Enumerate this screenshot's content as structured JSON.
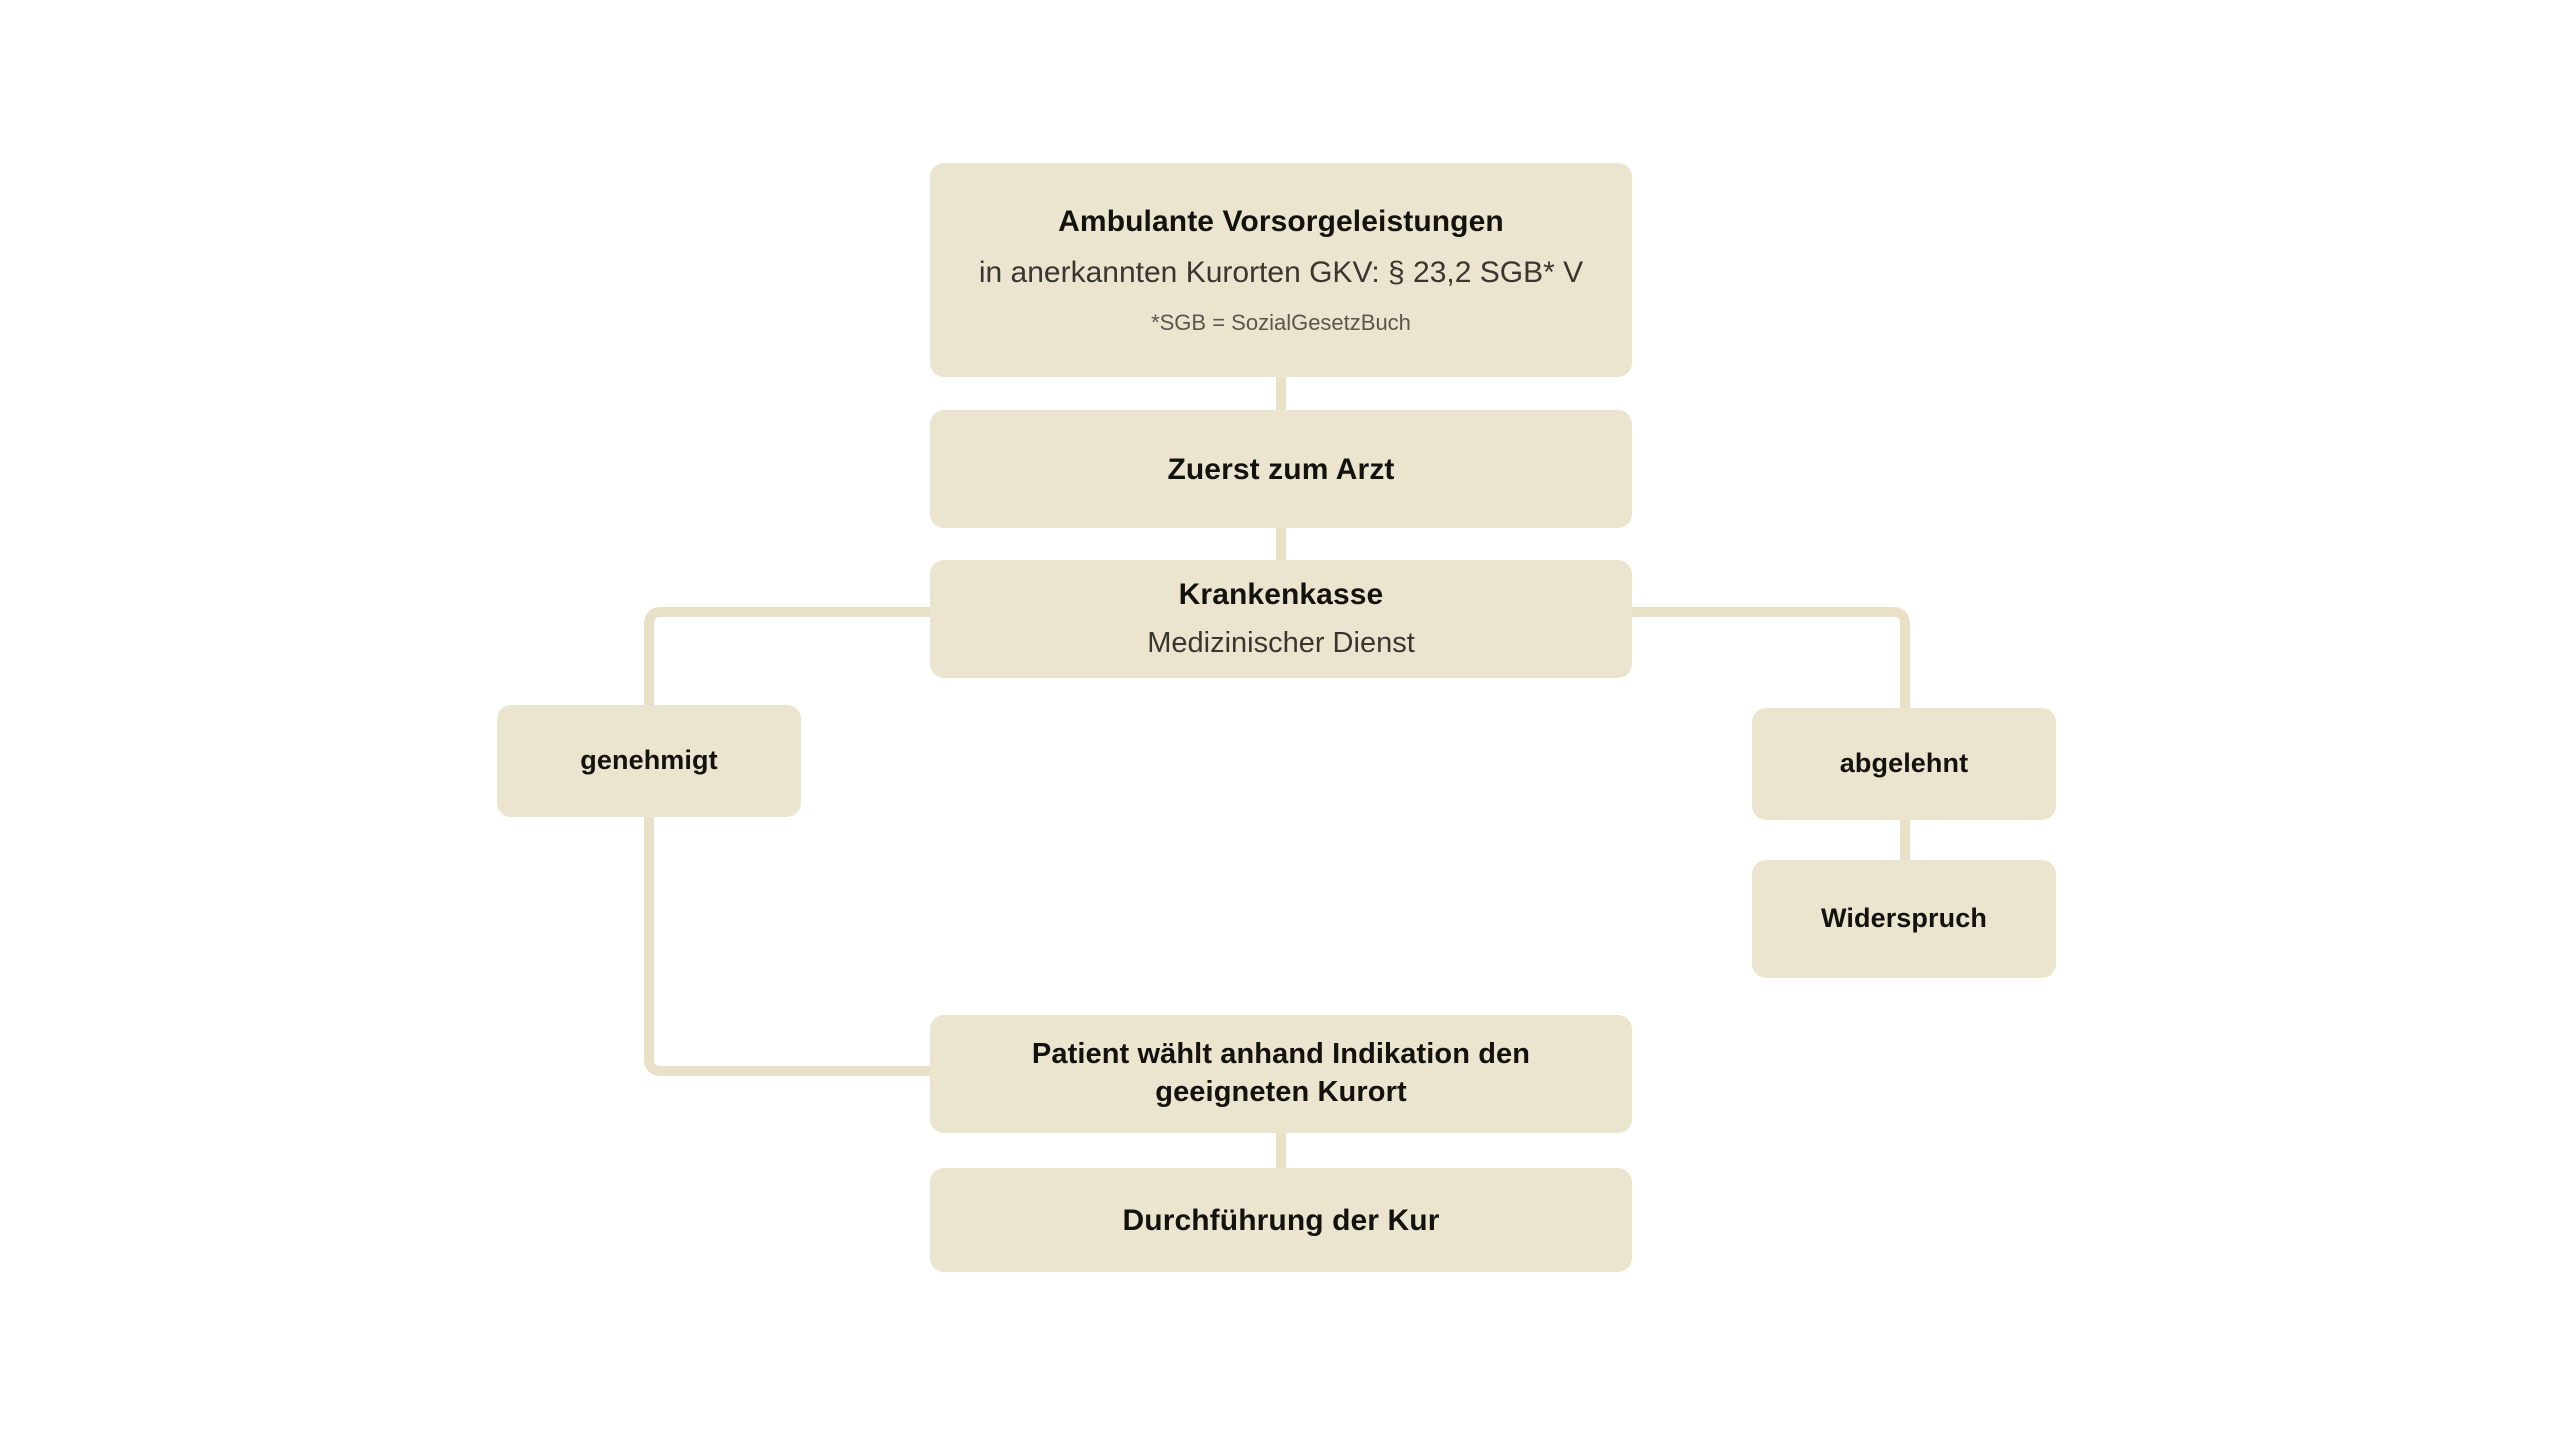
{
  "diagram": {
    "title": "Ambulante Vorsorgeleistungen",
    "language": "de",
    "colors": {
      "background": "#ffffff",
      "node_fill": "#EBE5CF",
      "connector": "#E8E1C8",
      "text_primary": "#14120E",
      "text_secondary": "#3A362F",
      "text_tertiary": "#5B564C"
    },
    "nodes": {
      "top": {
        "title": "Ambulante Vorsorgeleistungen",
        "subtitle": "in anerkannten Kurorten GKV: § 23,2 SGB* V",
        "footnote": "*SGB = SozialGesetzBuch"
      },
      "arzt": {
        "title": "Zuerst zum Arzt"
      },
      "kasse": {
        "title": "Krankenkasse",
        "subtitle": "Medizinischer Dienst"
      },
      "genehmigt": {
        "title": "genehmigt"
      },
      "abgelehnt": {
        "title": "abgelehnt"
      },
      "widerspruch": {
        "title": "Widerspruch"
      },
      "kurort": {
        "line1": "Patient wählt anhand Indikation den",
        "line2": "geeigneten Kurort"
      },
      "kur": {
        "title": "Durchführung der Kur"
      }
    },
    "edges": [
      {
        "name": "top-to-arzt",
        "from": "top",
        "to": "arzt",
        "style": "straight-vertical"
      },
      {
        "name": "arzt-to-kasse",
        "from": "arzt",
        "to": "kasse",
        "style": "straight-vertical"
      },
      {
        "name": "kasse-to-genehmigt",
        "from": "kasse",
        "to": "genehmigt",
        "style": "elbow-left"
      },
      {
        "name": "kasse-to-abgelehnt",
        "from": "kasse",
        "to": "abgelehnt",
        "style": "elbow-right"
      },
      {
        "name": "abgelehnt-to-widerspruch",
        "from": "abgelehnt",
        "to": "widerspruch",
        "style": "straight-vertical"
      },
      {
        "name": "genehmigt-to-kurort",
        "from": "genehmigt",
        "to": "kurort",
        "style": "elbow-left-down"
      },
      {
        "name": "kurort-to-kur",
        "from": "kurort",
        "to": "kur",
        "style": "straight-vertical"
      }
    ]
  }
}
